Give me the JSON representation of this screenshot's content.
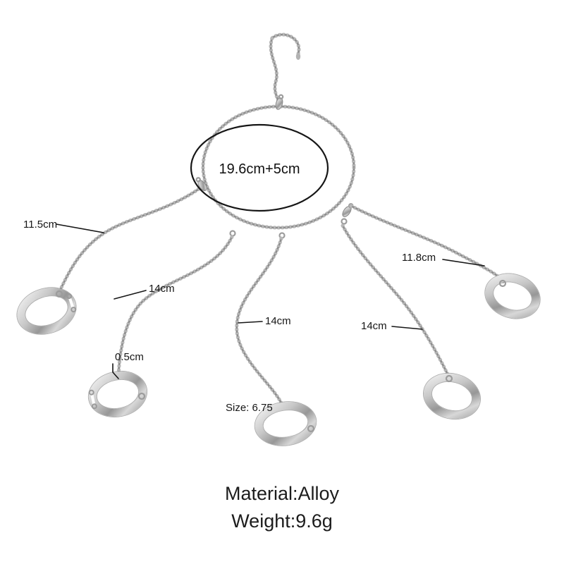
{
  "product_image": {
    "item": "multi-ring chain bracelet product photo",
    "colors": {
      "background": "#ffffff",
      "metal_light": "#f1f1f1",
      "metal_mid": "#bdbdbd",
      "metal_dark": "#8d8d8d",
      "annotation_ink": "#161616"
    },
    "annotations": {
      "bracelet_length": "19.6cm+5cm",
      "left_chain_length": "11.5cm",
      "left_mid_chain_length": "14cm",
      "middle_chain_length": "14cm",
      "right_mid_chain_length": "14cm",
      "right_chain_length": "11.8cm",
      "band_width": "0.5cm",
      "ring_size": "Size: 6.75"
    },
    "specs": {
      "material": "Material:Alloy",
      "weight": "Weight:9.6g"
    }
  }
}
